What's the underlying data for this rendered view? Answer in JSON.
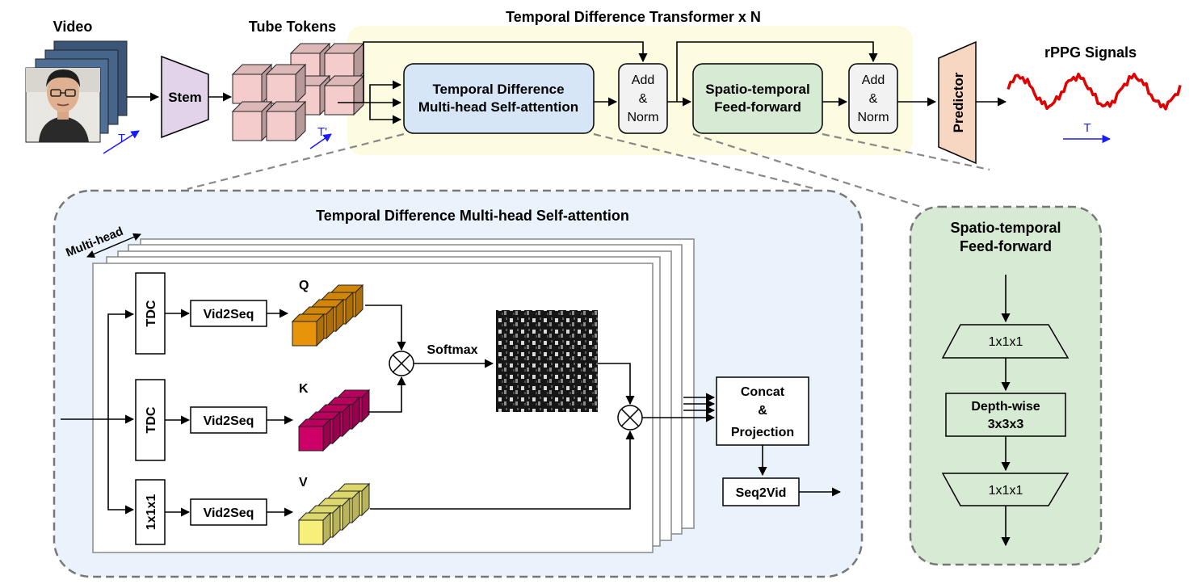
{
  "top": {
    "video_label": "Video",
    "tube_tokens_label": "Tube Tokens",
    "transformer_title": "Temporal Difference Transformer x N",
    "rppg_label": "rPPG Signals",
    "stem": "Stem",
    "tdmhsa_line1": "Temporal Difference",
    "tdmhsa_line2": "Multi-head Self-attention",
    "addnorm": [
      "Add",
      "&",
      "Norm"
    ],
    "stff_line1": "Spatio-temporal",
    "stff_line2": "Feed-forward",
    "predictor": "Predictor",
    "t_video": "T",
    "t_tokens": "T'",
    "t_signal": "T"
  },
  "tdmhsa_detail": {
    "title": "Temporal Difference Multi-head Self-attention",
    "multihead_label": "Multi-head",
    "branch_q_op": "TDC",
    "branch_k_op": "TDC",
    "branch_v_op": "1x1x1",
    "vid2seq": "Vid2Seq",
    "q_label": "Q",
    "k_label": "K",
    "v_label": "V",
    "softmax": "Softmax",
    "concat_line1": "Concat",
    "concat_line2": "&",
    "concat_line3": "Projection",
    "seq2vid": "Seq2Vid"
  },
  "stff_detail": {
    "title_line1": "Spatio-temporal",
    "title_line2": "Feed-forward",
    "conv1": "1x1x1",
    "depthwise_line1": "Depth-wise",
    "depthwise_line2": "3x3x3",
    "conv2": "1x1x1"
  },
  "colors": {
    "transformer_bg": "#fdfbe0",
    "stem_fill": "#e3d3ea",
    "tdmhsa_fill": "#d6e6f7",
    "addnorm_fill": "#f2f2f2",
    "stff_fill": "#d7ead3",
    "predictor_fill": "#f8d7c2",
    "token_fill": "#f5cccc",
    "detail_bg": "#eaf2fc",
    "stff_detail_bg": "#d7ead3",
    "q_color": "#e8940a",
    "k_color": "#cc0066",
    "v_color": "#f6f07a",
    "signal_color": "#e00000",
    "axis_blue": "#1a1aff"
  }
}
